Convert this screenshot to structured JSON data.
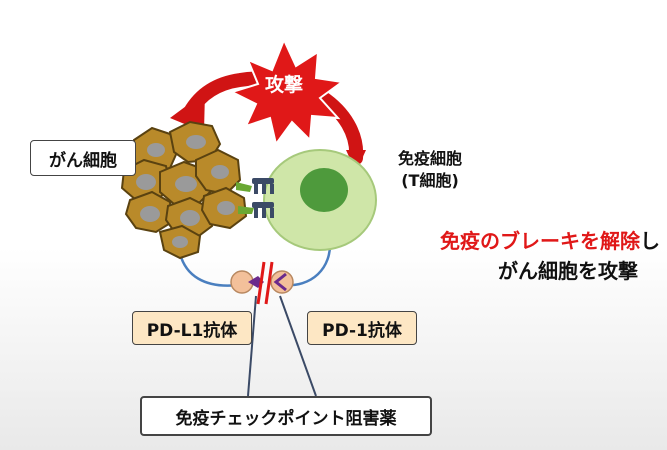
{
  "labels": {
    "attack": "攻撃",
    "cancer_cell": "がん細胞",
    "immune_cell_line1": "免疫細胞",
    "immune_cell_line2": "(T細胞)",
    "pdl1_antibody": "PD-L1抗体",
    "pd1_antibody": "PD-1抗体",
    "checkpoint_inhibitor": "免疫チェックポイント阻害薬"
  },
  "message": {
    "line1_red": "免疫のブレーキを解除",
    "line1_black": "し",
    "line2": "がん細胞を攻撃"
  },
  "colors": {
    "attack_burst": "#e01818",
    "cancer_fill": "#b98a2a",
    "t_cell_fill": "#cfe6a8",
    "t_cell_nucleus": "#4e9a3c",
    "receptor": "#3b4a66",
    "pdl1_molecule": "#6b2a8c",
    "block_mark": "#e01818",
    "antibody_box": "#fde7c4"
  }
}
